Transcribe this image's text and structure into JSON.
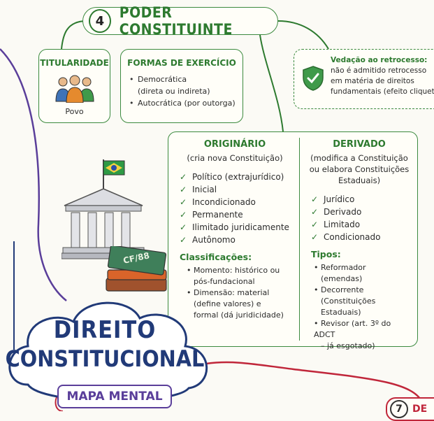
{
  "topic": {
    "number": "4",
    "title": "PODER CONSTITUINTE"
  },
  "titularidade": {
    "title": "TITULARIDADE",
    "value": "Povo",
    "icon": "people-group-icon"
  },
  "formas": {
    "title": "FORMAS DE EXERCÍCIO",
    "items": [
      "Democrática",
      "(direta ou indireta)",
      "Autocrática (por outorga)"
    ]
  },
  "vedacao": {
    "title": "Vedação ao retrocesso:",
    "lines": [
      "não é admitido retrocesso",
      "em matéria de direitos",
      "fundamentais (efeito cliquet)."
    ],
    "icon": "shield-check-icon"
  },
  "originario": {
    "title": "ORIGINÁRIO",
    "subtitle": "(cria nova Constituição)",
    "traits": [
      "Político (extrajurídico)",
      "Inicial",
      "Incondicionado",
      "Permanente",
      "Ilimitado juridicamente",
      "Autônomo"
    ],
    "class_title": "Classificações:",
    "classes": [
      "Momento: histórico ou",
      "pós-fundacional",
      "Dimensão: material",
      "(define valores) e",
      "formal (dá juridicidade)"
    ]
  },
  "derivado": {
    "title": "DERIVADO",
    "subtitle": [
      "(modifica a Constituição",
      "ou elabora Constituições",
      "Estaduais)"
    ],
    "traits": [
      "Jurídico",
      "Derivado",
      "Limitado",
      "Condicionado"
    ],
    "tipos_title": "Tipos:",
    "tipos": [
      "Reformador",
      "(emendas)",
      "Decorrente",
      "(Constituições Estaduais)",
      "Revisor (art. 3º do ADCT",
      "– já esgotado)"
    ]
  },
  "book_label": "CF/88",
  "center": {
    "line1": "DIREITO",
    "line2": "CONSTITUCIONAL",
    "tag": "MAPA MENTAL"
  },
  "corner": {
    "number": "7",
    "partial": "DE"
  },
  "colors": {
    "green": "#2d7a2f",
    "navy": "#213a78",
    "crimson": "#c0263a",
    "purple": "#5a3e9a"
  }
}
